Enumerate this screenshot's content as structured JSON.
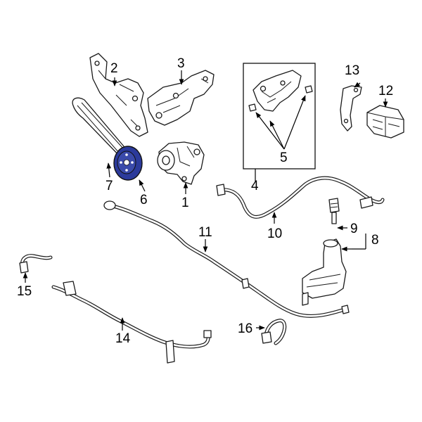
{
  "diagram": {
    "highlight_color": "#2b3a9b",
    "callouts": {
      "c1": "1",
      "c2": "2",
      "c3": "3",
      "c4": "4",
      "c5": "5",
      "c6": "6",
      "c7": "7",
      "c8": "8",
      "c9": "9",
      "c10": "10",
      "c11": "11",
      "c12": "12",
      "c13": "13",
      "c14": "14",
      "c15": "15",
      "c16": "16"
    }
  }
}
